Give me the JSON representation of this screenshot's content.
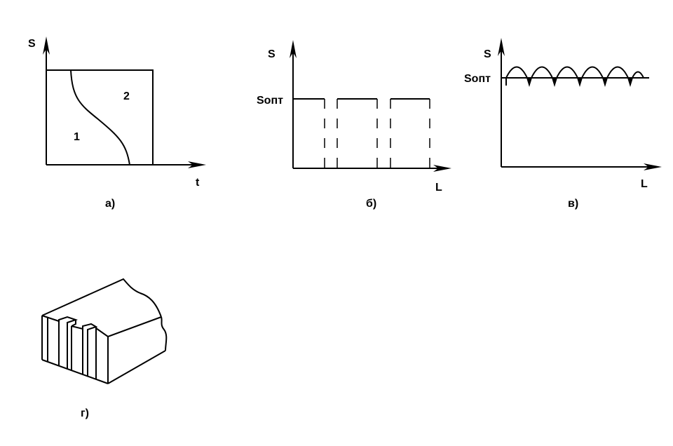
{
  "panel_a": {
    "caption": "а)",
    "y_axis_label": "S",
    "x_axis_label": "t",
    "region_1_label": "1",
    "region_2_label": "2"
  },
  "panel_b": {
    "caption": "б)",
    "y_axis_label": "S",
    "x_axis_label": "L",
    "level_label": "Sопт"
  },
  "panel_v": {
    "caption": "в)",
    "y_axis_label": "S",
    "x_axis_label": "L",
    "level_label": "Sопт"
  },
  "panel_g": {
    "caption": "г)"
  }
}
